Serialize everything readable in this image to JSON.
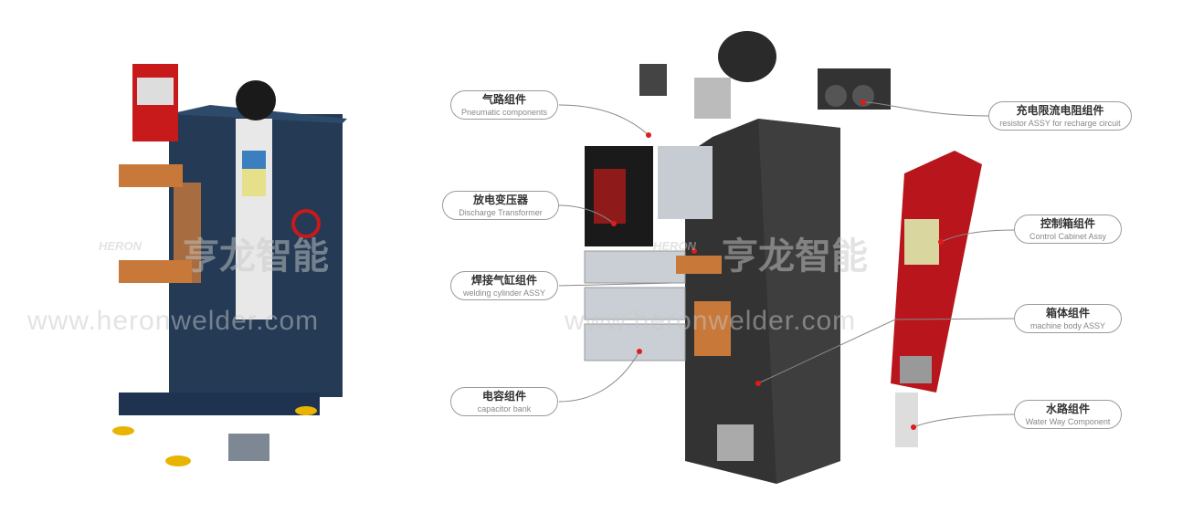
{
  "watermark": {
    "brand_en": "HERON",
    "brand_cn": "亨龙智能",
    "url": "www.heronwelder.com"
  },
  "callouts": [
    {
      "cn": "气路组件",
      "en": "Pneumatic components"
    },
    {
      "cn": "放电变压器",
      "en": "Discharge Transformer"
    },
    {
      "cn": "焊接气缸组件",
      "en": "welding cylinder ASSY"
    },
    {
      "cn": "电容组件",
      "en": "capacitor bank"
    },
    {
      "cn": "充电限流电阻组件",
      "en": "resistor ASSY for recharge circuit"
    },
    {
      "cn": "控制箱组件",
      "en": "Control Cabinet Assy"
    },
    {
      "cn": "箱体组件",
      "en": "machine body ASSY"
    },
    {
      "cn": "水路组件",
      "en": "Water Way Component"
    }
  ],
  "colors": {
    "body": "#243a55",
    "cabinet": "#b8161c",
    "frame": "#3a3a3a",
    "copper": "#c8793a",
    "dot": "#e01b1b"
  }
}
